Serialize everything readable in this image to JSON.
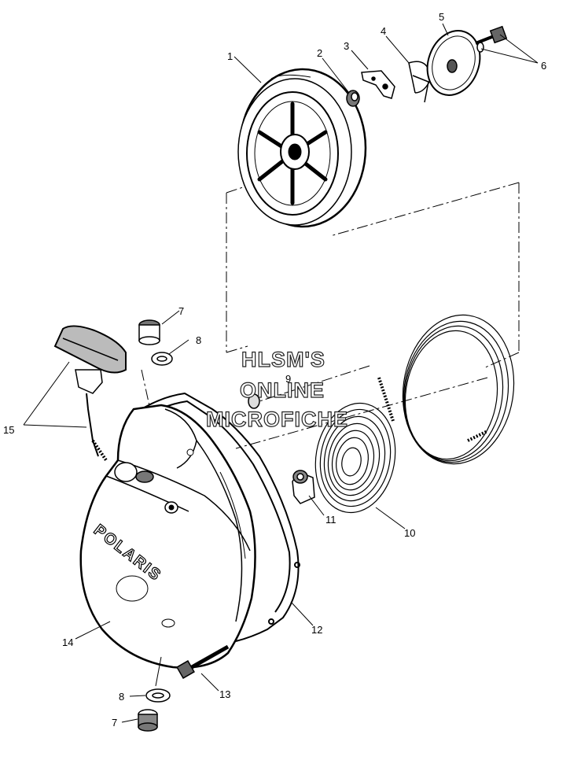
{
  "watermark": {
    "line1": "HLSM'S",
    "line2": "ONLINE",
    "line3": "MICROFICHE"
  },
  "cover_text": "POLARIS",
  "callouts": {
    "c1": "1",
    "c2": "2",
    "c3": "3",
    "c4": "4",
    "c5": "5",
    "c6": "6",
    "c7a": "7",
    "c8a": "8",
    "c9": "9",
    "c10": "10",
    "c11": "11",
    "c12": "12",
    "c13": "13",
    "c14": "14",
    "c15": "15",
    "c8b": "8",
    "c7b": "7"
  }
}
